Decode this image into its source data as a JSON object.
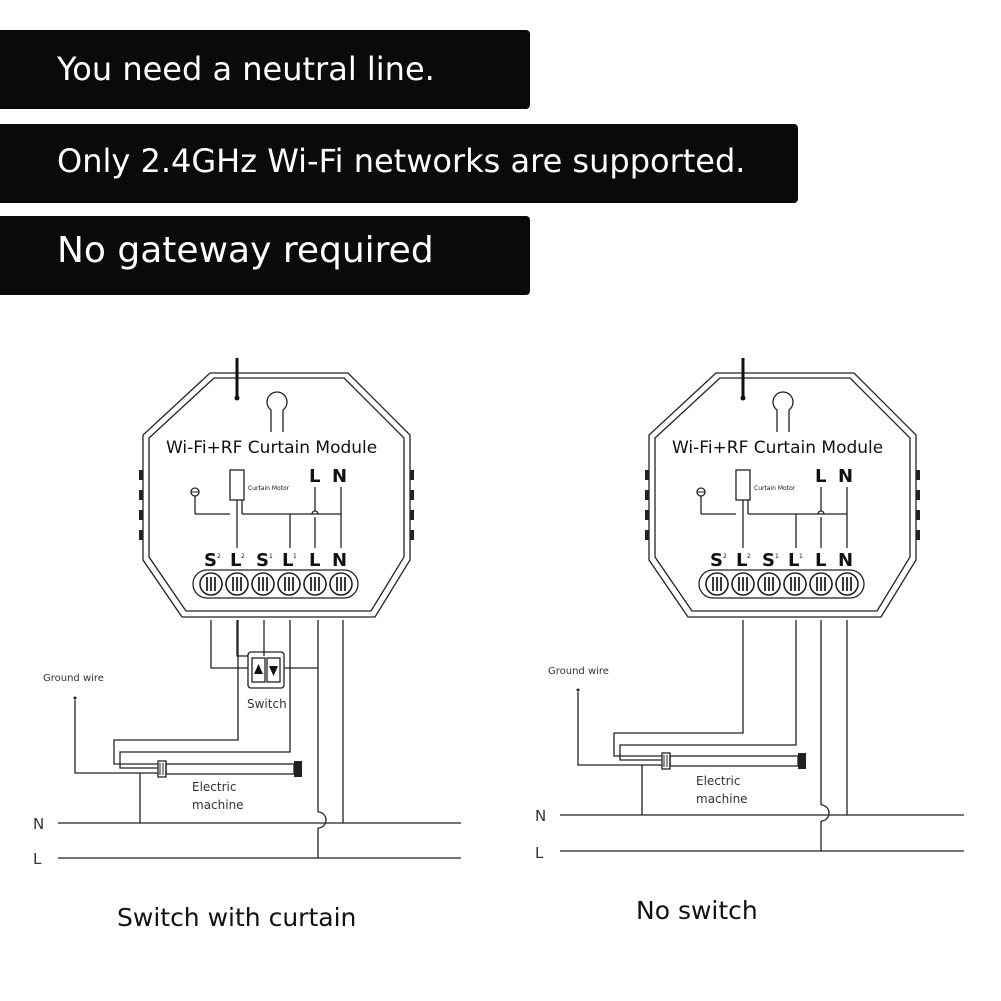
{
  "banners": [
    {
      "text": "You need a neutral line."
    },
    {
      "text": "Only 2.4GHz Wi-Fi networks are supported."
    },
    {
      "text": "No gateway required"
    }
  ],
  "diagrams": [
    {
      "module_title": "Wi-Fi+RF Curtain Module",
      "motor_label": "Curtain Motor",
      "input_labels": [
        "L",
        "N"
      ],
      "terminals": [
        "S2",
        "L2",
        "S1",
        "L1",
        "L",
        "N"
      ],
      "ground_label": "Ground wire",
      "switch_label": "Switch",
      "motor_text_1": "Electric",
      "motor_text_2": "machine",
      "line_n": "N",
      "line_l": "L",
      "caption": "Switch with curtain"
    },
    {
      "module_title": "Wi-Fi+RF Curtain Module",
      "motor_label": "Curtain Motor",
      "input_labels": [
        "L",
        "N"
      ],
      "terminals": [
        "S2",
        "L2",
        "S1",
        "L1",
        "L",
        "N"
      ],
      "ground_label": "Ground wire",
      "motor_text_1": "Electric",
      "motor_text_2": "machine",
      "line_n": "N",
      "line_l": "L",
      "caption": "No switch"
    }
  ]
}
